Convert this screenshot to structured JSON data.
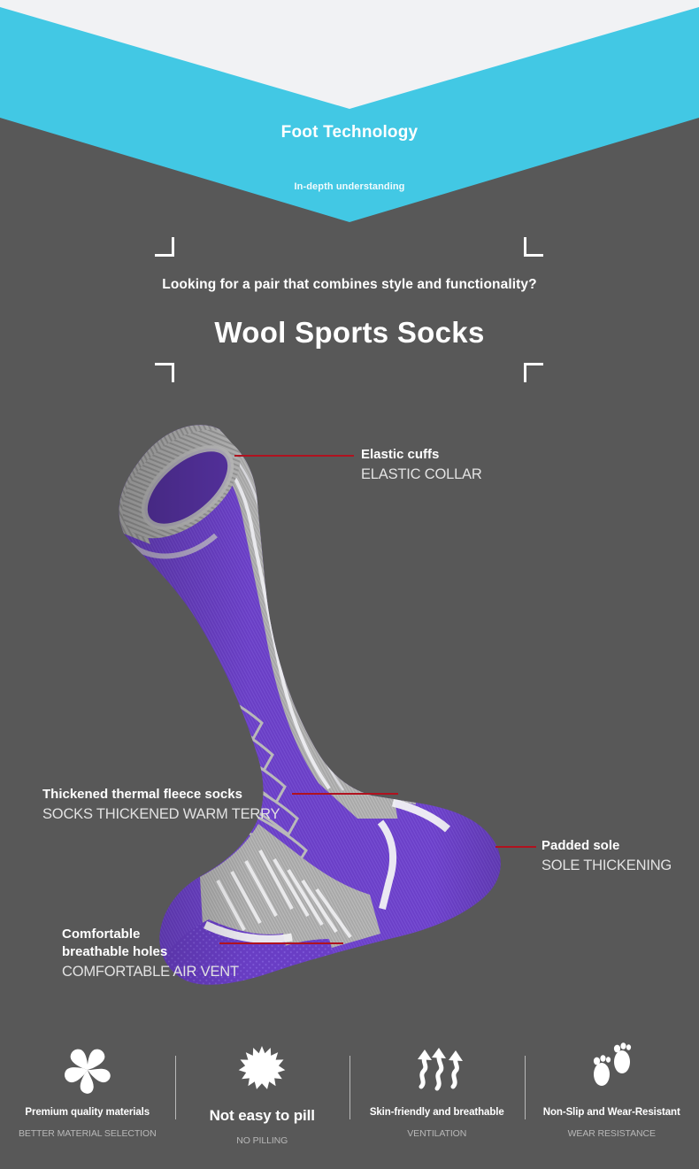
{
  "header": {
    "title": "Foot Technology",
    "subtitle": "In-depth understanding",
    "band_color": "#42c8e4",
    "notch_color": "#f1f2f4",
    "background_color": "#585858"
  },
  "title_block": {
    "tagline": "Looking for a pair that combines style and functionality?",
    "product_name": "Wool Sports Socks"
  },
  "callouts": [
    {
      "label": "Elastic cuffs",
      "sublabel": "ELASTIC COLLAR",
      "side": "right"
    },
    {
      "label": "Thickened thermal fleece socks",
      "sublabel": "SOCKS THICKENED WARM TERRY",
      "side": "left"
    },
    {
      "label": "Padded sole",
      "sublabel": "SOLE THICKENING",
      "side": "right"
    },
    {
      "label": "Comfortable\nbreathable holes",
      "sublabel": "COMFORTABLE AIR VENT",
      "side": "left"
    }
  ],
  "callout_line_color": "#b0121f",
  "product_colors": {
    "purple": "#6b3fc8",
    "purple_dark": "#53309d",
    "gray_knit": "#b0b0b0",
    "gray_knit_dark": "#8d8d8d",
    "white_trim": "#f4f4f6"
  },
  "features": [
    {
      "icon": "flower-petals-icon",
      "label": "Premium quality materials",
      "sublabel": "BETTER MATERIAL SELECTION"
    },
    {
      "icon": "starburst-icon",
      "label": "Not easy to pill",
      "sublabel": "NO PILLING"
    },
    {
      "icon": "airflow-arrows-icon",
      "label": "Skin-friendly and breathable",
      "sublabel": "VENTILATION"
    },
    {
      "icon": "footprints-icon",
      "label": "Non-Slip and Wear-Resistant",
      "sublabel": "WEAR RESISTANCE"
    }
  ]
}
